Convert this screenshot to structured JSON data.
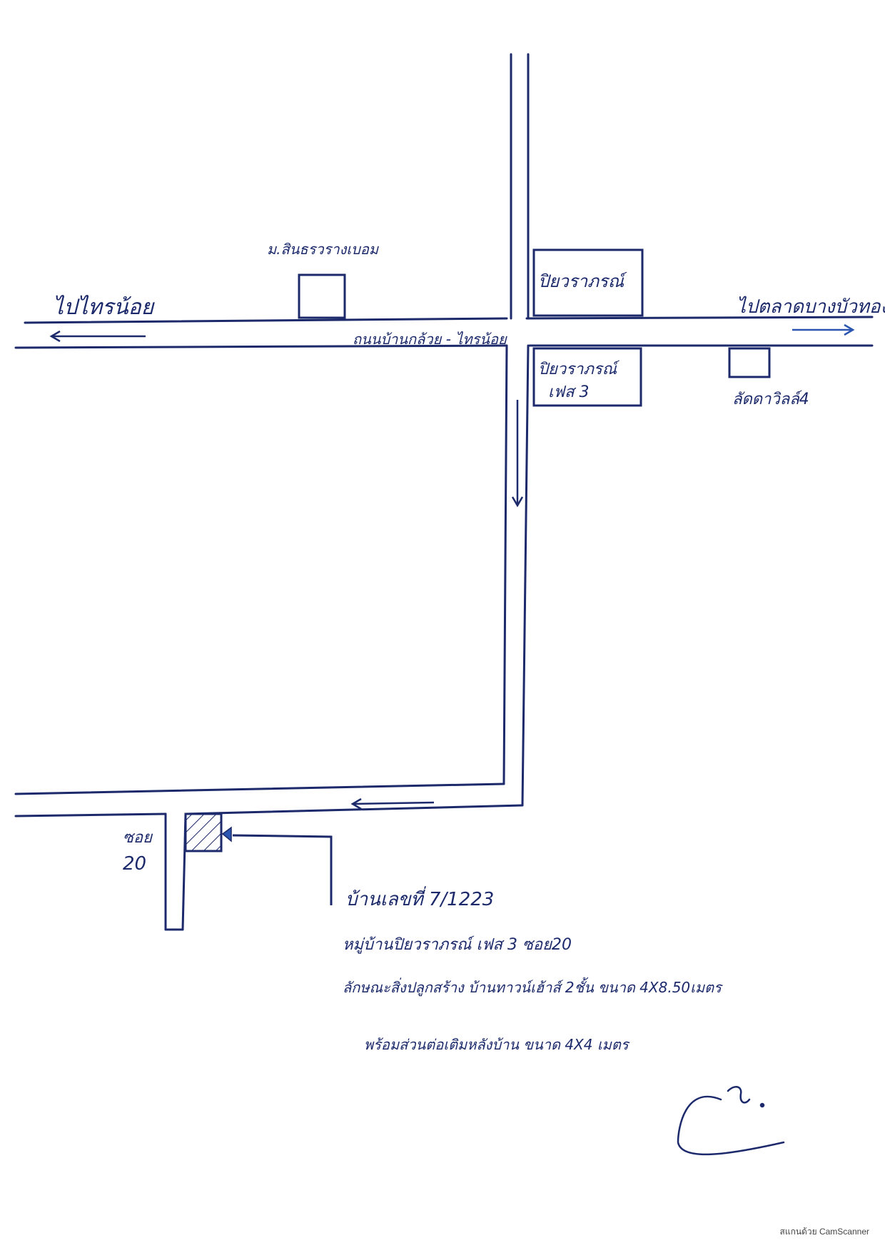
{
  "labels": {
    "to_left": "ไปไทรน้อย",
    "to_right": "ไปตลาดบางบัวทอง",
    "main_road": "ถนนบ้านกล้วย - ไทรน้อย",
    "school": "ม.สินธรวรางเบอม",
    "village_top": "ปิยวราภรณ์",
    "village_phase3": "ปิยวราภรณ์",
    "phase3": "เฟส 3",
    "shop": "ลัดดาวิลล์4",
    "soi_word": "ซอย",
    "soi_num": "20"
  },
  "address_note": {
    "line1": "บ้านเลขที่ 7/1223",
    "line2": "หมู่บ้านปิยวราภรณ์ เฟส 3 ซอย20",
    "line3": "ลักษณะสิ่งปลูกสร้าง บ้านทาวน์เฮ้าส์ 2ชั้น ขนาด 4X8.50เมตร",
    "line4": "พร้อมส่วนต่อเติมหลังบ้าน ขนาด 4X4 เมตร"
  },
  "signature": "signature",
  "footer_text": "สแกนด้วย CamScanner",
  "colors": {
    "ink": "#1c2a6b",
    "arrow": "#2a55b0"
  }
}
